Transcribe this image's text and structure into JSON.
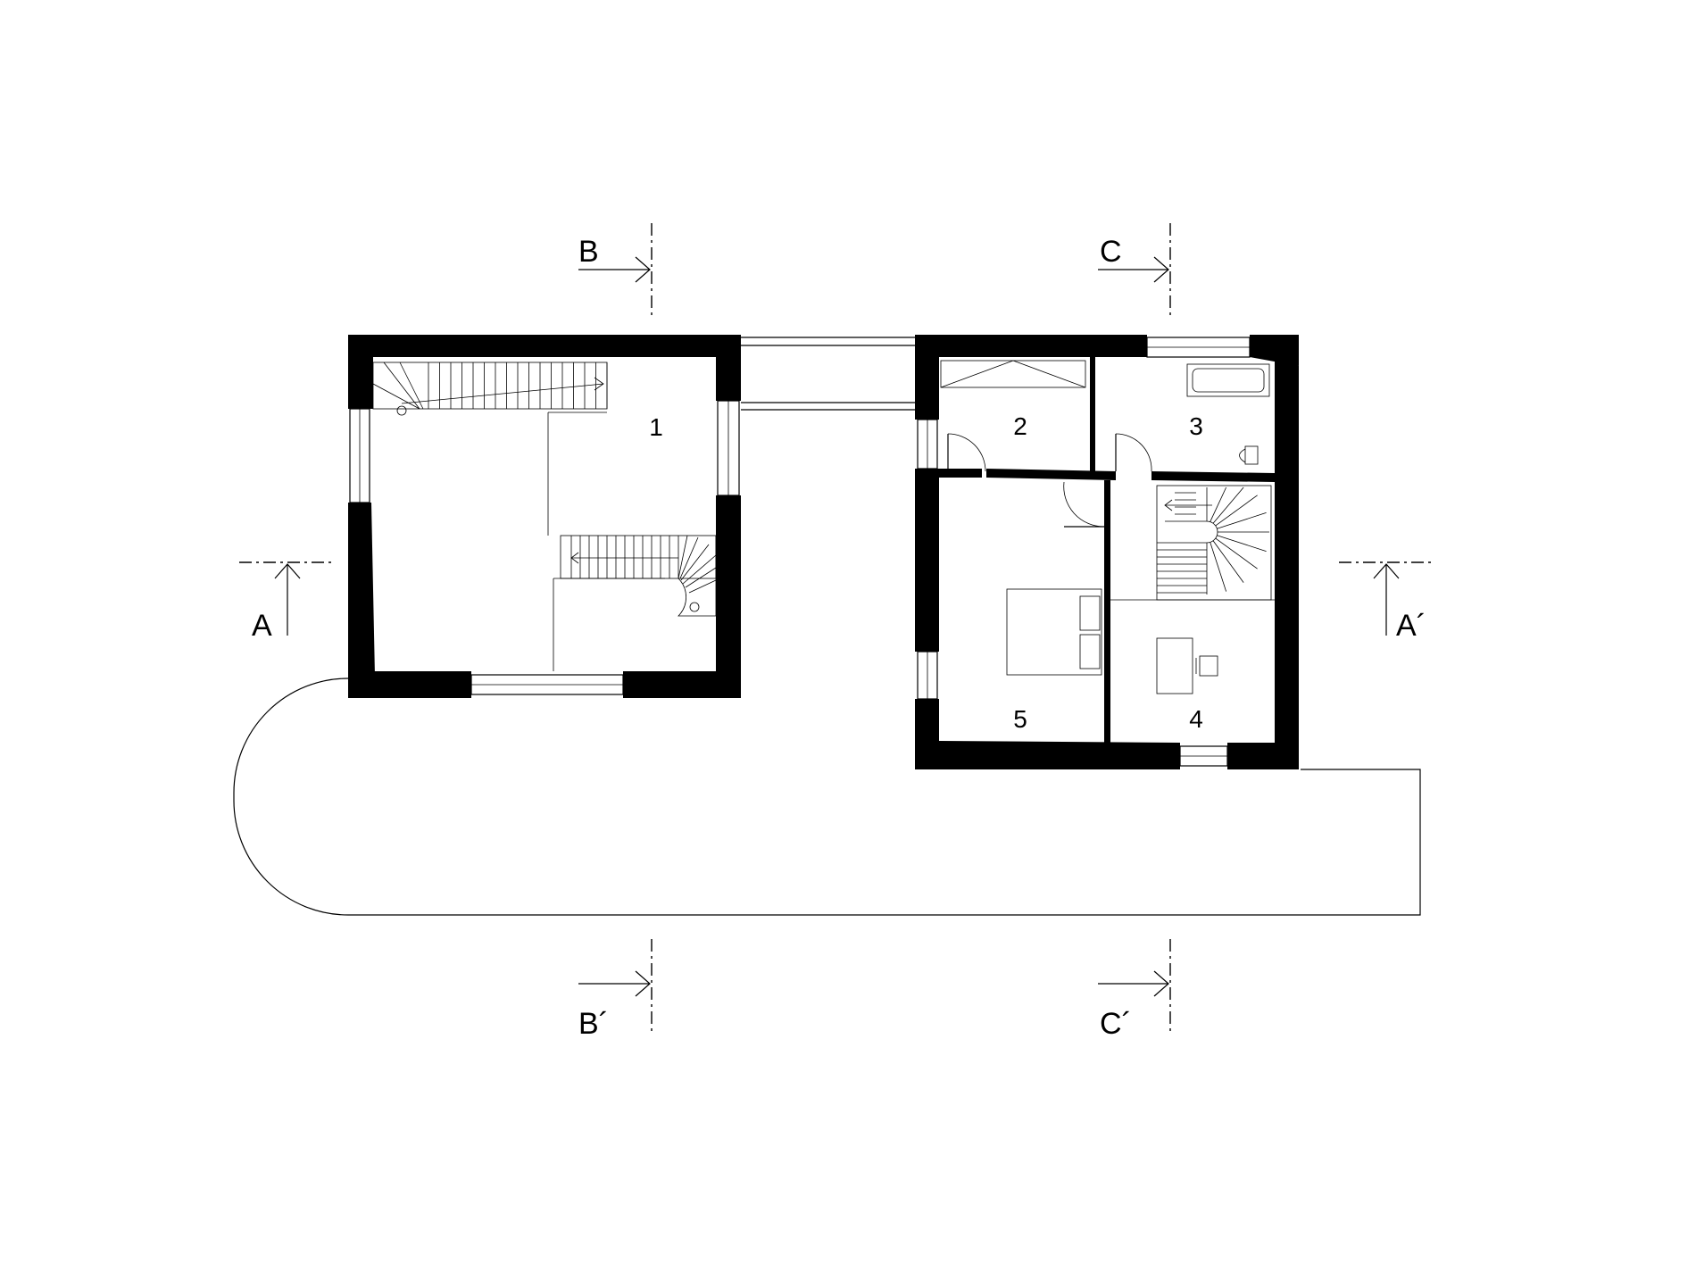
{
  "rooms": [
    {
      "id": "1",
      "label": "1"
    },
    {
      "id": "2",
      "label": "2"
    },
    {
      "id": "3",
      "label": "3"
    },
    {
      "id": "4",
      "label": "4"
    },
    {
      "id": "5",
      "label": "5"
    }
  ],
  "sections": {
    "a": "A",
    "a_prime": "A´",
    "b": "B",
    "b_prime": "B´",
    "c": "C",
    "c_prime": "C´"
  },
  "colors": {
    "wall": "#000000",
    "background": "#ffffff",
    "line": "#000000"
  }
}
